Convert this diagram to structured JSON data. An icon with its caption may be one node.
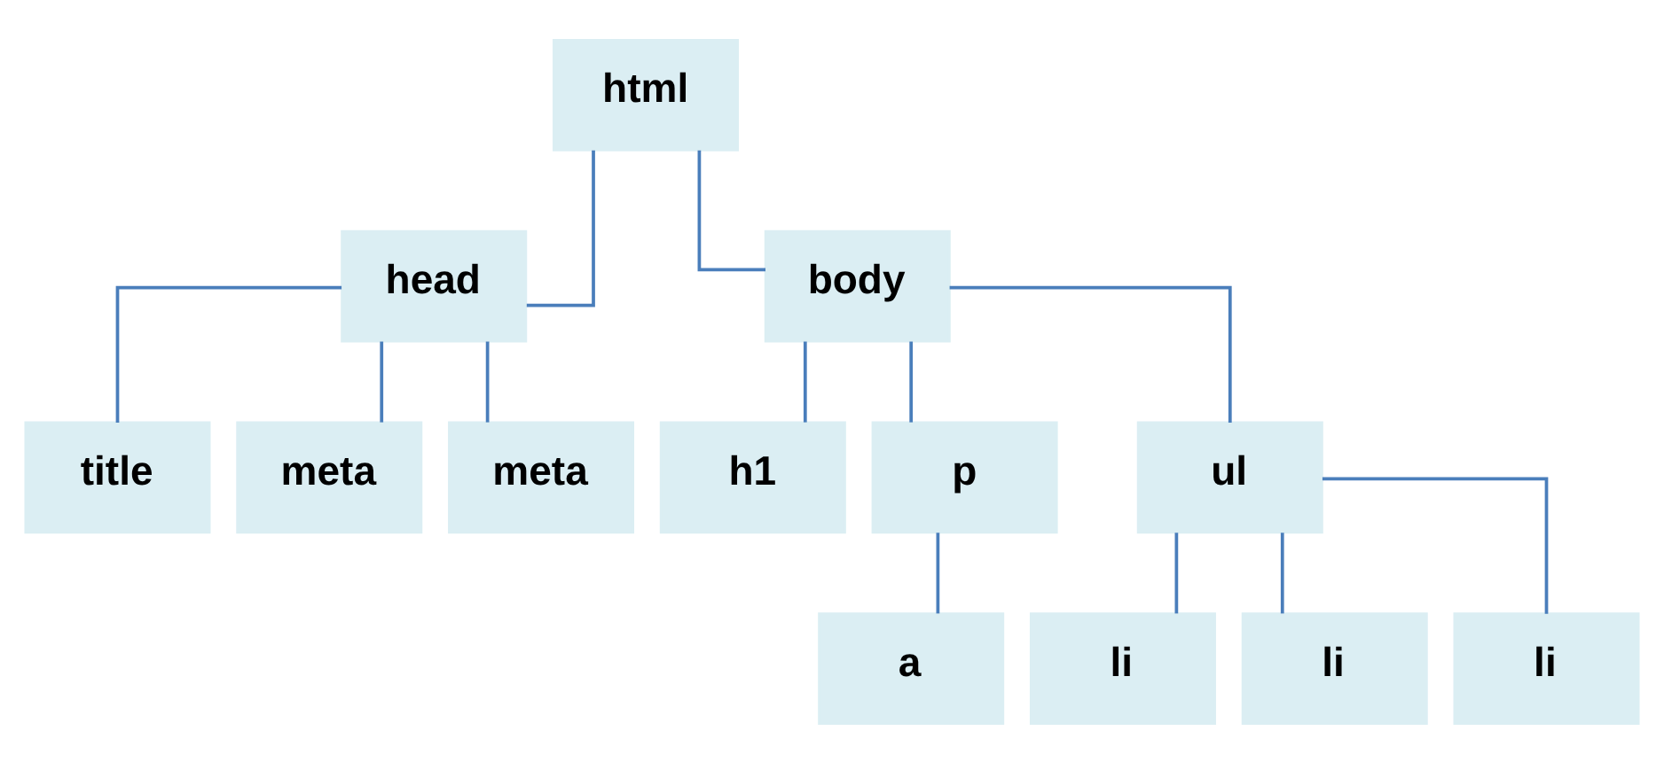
{
  "diagram": {
    "nodes": [
      {
        "text": [
          "html"
        ]
      },
      {
        "text": [
          "head"
        ]
      },
      {
        "text": [
          "body"
        ]
      },
      {
        "text": [
          "title"
        ]
      },
      {
        "text": [
          "meta"
        ]
      },
      {
        "text": [
          "meta"
        ]
      },
      {
        "text": [
          "h1"
        ]
      },
      {
        "text": [
          "p"
        ]
      },
      {
        "text": [
          "ul"
        ]
      },
      {
        "text": [
          "a"
        ]
      },
      {
        "text": [
          "li"
        ]
      },
      {
        "text": [
          "li"
        ]
      },
      {
        "text": [
          "li"
        ]
      }
    ],
    "edges": [
      {
        "from": 0,
        "to": 1,
        "arrow": "none"
      },
      {
        "from": 0,
        "to": 2,
        "arrow": "none"
      },
      {
        "from": 1,
        "to": 3,
        "arrow": "none"
      },
      {
        "from": 1,
        "to": 4,
        "arrow": "none"
      },
      {
        "from": 1,
        "to": 5,
        "arrow": "none"
      },
      {
        "from": 2,
        "to": 6,
        "arrow": "none"
      },
      {
        "from": 2,
        "to": 7,
        "arrow": "none"
      },
      {
        "from": 2,
        "to": 8,
        "arrow": "none"
      },
      {
        "from": 7,
        "to": 9,
        "arrow": "none"
      },
      {
        "from": 8,
        "to": 10,
        "arrow": "none"
      },
      {
        "from": 8,
        "to": 11,
        "arrow": "none"
      },
      {
        "from": 8,
        "to": 12,
        "arrow": "none"
      }
    ]
  }
}
